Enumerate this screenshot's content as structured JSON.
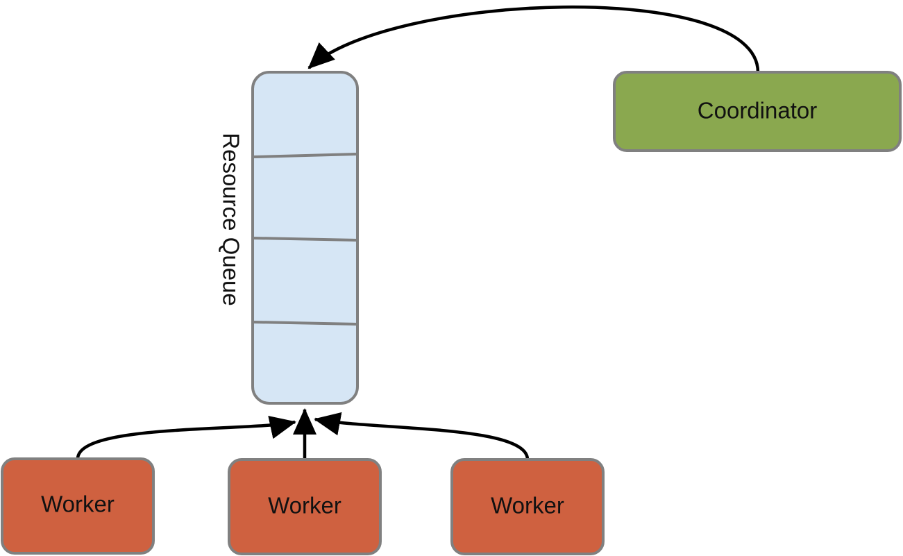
{
  "nodes": {
    "coordinator": {
      "label": "Coordinator",
      "fill": "#8aa84f"
    },
    "resource_queue": {
      "label": "Resource Queue",
      "fill": "#d6e6f5",
      "slot_count": 4
    },
    "workers": [
      {
        "label": "Worker",
        "fill": "#cf6140"
      },
      {
        "label": "Worker",
        "fill": "#cf6140"
      },
      {
        "label": "Worker",
        "fill": "#cf6140"
      }
    ]
  },
  "edges": [
    {
      "from": "coordinator",
      "to": "resource_queue"
    },
    {
      "from": "worker-1",
      "to": "resource_queue"
    },
    {
      "from": "worker-2",
      "to": "resource_queue"
    },
    {
      "from": "worker-3",
      "to": "resource_queue"
    }
  ],
  "colors": {
    "border": "#808080",
    "arrow": "#000000",
    "text": "#111111"
  }
}
